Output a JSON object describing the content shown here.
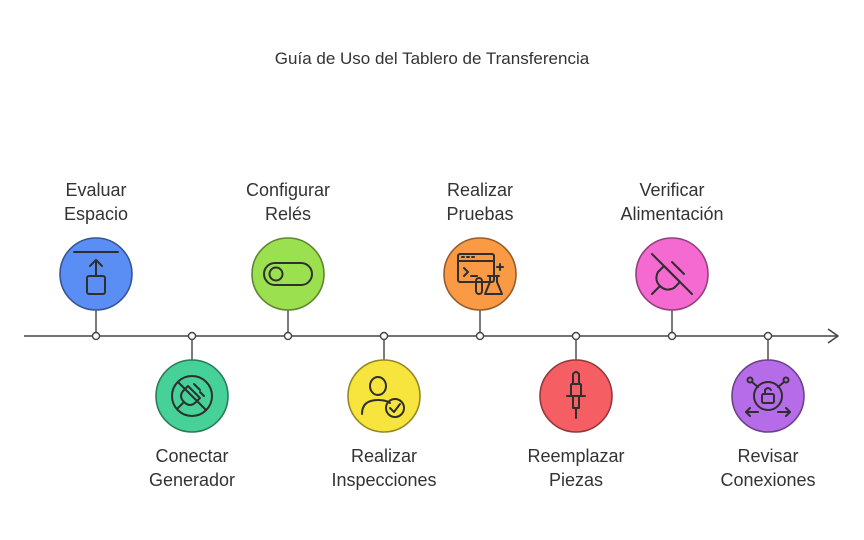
{
  "title": "Guía de Uso del Tablero de Transferencia",
  "steps": [
    {
      "line1": "Evaluar",
      "line2": "Espacio",
      "position": "top",
      "color": "#5b8ef5",
      "icon": "upload-box-icon"
    },
    {
      "line1": "Conectar",
      "line2": "Generador",
      "position": "bottom",
      "color": "#45d197",
      "icon": "unplugged-icon"
    },
    {
      "line1": "Configurar",
      "line2": "Relés",
      "position": "top",
      "color": "#9be04e",
      "icon": "toggle-switch-icon"
    },
    {
      "line1": "Realizar",
      "line2": "Inspecciones",
      "position": "bottom",
      "color": "#f7e43c",
      "icon": "user-check-icon"
    },
    {
      "line1": "Realizar",
      "line2": "Pruebas",
      "position": "top",
      "color": "#fb9a45",
      "icon": "lab-test-icon"
    },
    {
      "line1": "Reemplazar",
      "line2": "Piezas",
      "position": "bottom",
      "color": "#f55f64",
      "icon": "dropper-part-icon"
    },
    {
      "line1": "Verificar",
      "line2": "Alimentación",
      "position": "top",
      "color": "#f56ad0",
      "icon": "no-plug-icon"
    },
    {
      "line1": "Revisar",
      "line2": "Conexiones",
      "position": "bottom",
      "color": "#b66ce8",
      "icon": "unlock-connections-icon"
    }
  ]
}
